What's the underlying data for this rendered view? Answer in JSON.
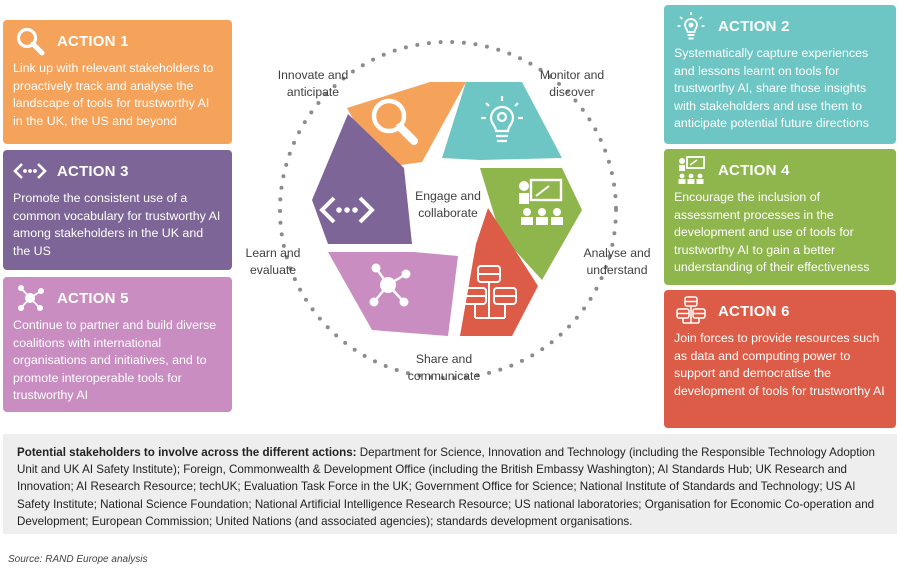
{
  "colors": {
    "action1": "#f5a25b",
    "action2": "#6ec6c4",
    "action3": "#7d6597",
    "action4": "#8fb54d",
    "action5": "#c98dc2",
    "action6": "#dd5c47"
  },
  "actions": [
    {
      "title": "ACTION 1",
      "icon": "magnifier-icon",
      "text": "Link up with relevant stakeholders to proactively track and analyse the landscape of tools for trustworthy AI in the UK, the US and beyond"
    },
    {
      "title": "ACTION 2",
      "icon": "lightbulb-gear-icon",
      "text": "Systematically capture experiences and lessons learnt on tools for trustworthy AI, share those insights with stakeholders and use them to anticipate potential future directions"
    },
    {
      "title": "ACTION 3",
      "icon": "code-arrows-icon",
      "text": "Promote the consistent use of a common vocabulary for trustworthy AI among stakeholders in the UK and the US"
    },
    {
      "title": "ACTION 4",
      "icon": "presentation-icon",
      "text": "Encourage the inclusion of assessment processes in the development and use of tools for trustworthy AI to gain a better understanding of their effectiveness"
    },
    {
      "title": "ACTION 5",
      "icon": "network-icon",
      "text": "Continue to partner and build diverse coalitions with international organisations and initiatives, and to promote interoperable tools for trustworthy AI"
    },
    {
      "title": "ACTION 6",
      "icon": "database-icon",
      "text": "Join forces to provide resources such as data and computing power to support and democratise the development of tools for trustworthy AI"
    }
  ],
  "cycle": {
    "center": "Engage and collaborate",
    "labels": {
      "innovate": "Innovate and anticipate",
      "monitor": "Monitor and discover",
      "analyse": "Analyse and understand",
      "share": "Share and communicate",
      "learn": "Learn and evaluate"
    }
  },
  "stakeholders": {
    "heading": "Potential stakeholders to involve across the different actions:",
    "text": " Department for Science, Innovation and Technology (including the Responsible Technology Adoption Unit and UK AI Safety Institute); Foreign, Commonwealth & Development Office (including the British Embassy Washington); AI Standards Hub; UK Research and Innovation; AI Research Resource; techUK; Evaluation Task Force in the UK; Government Office for Science; National Institute of Standards and Technology; US AI Safety Institute; National Science Foundation; National Artificial Intelligence Research Resource; US national laboratories; Organisation for Economic Co-operation and Development; European Commission; United Nations (and associated agencies); standards development organisations."
  },
  "source": "Source: RAND Europe analysis"
}
